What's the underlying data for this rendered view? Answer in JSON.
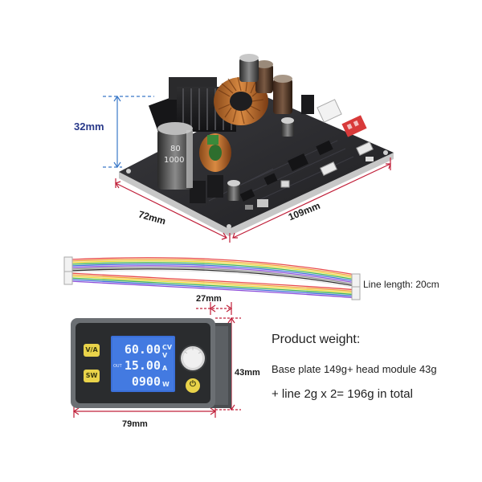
{
  "dimensions": {
    "height_board": "32mm",
    "depth_board": "72mm",
    "width_board": "109mm",
    "module_depth": "27mm",
    "module_height": "43mm",
    "module_width": "79mm"
  },
  "cable": {
    "line_length": "Line length: 20cm"
  },
  "product_info": {
    "title": "Product weight:",
    "detail": "Base plate 149g+ head module 43g",
    "total": "+ line 2g x 2= 196g in total"
  },
  "module": {
    "display": {
      "voltage": "60.00",
      "voltage_unit": "CV",
      "voltage_unit2": "V",
      "current": "15.00",
      "current_unit": "A",
      "power": "0900",
      "power_unit": "W",
      "side_indicator": "OUT"
    },
    "buttons": {
      "top_left": "V/A",
      "bottom_left": "SW",
      "right": "⏻"
    }
  },
  "capacitor_markings": {
    "text1": "80",
    "text2": "1000"
  },
  "colors": {
    "board": "#2b2b2e",
    "module_frame": "#6b6f73",
    "lcd": "#3a6fd8",
    "button_yellow": "#e9d34a",
    "dimension_line": "#c0203a",
    "height_line": "#3a78c8"
  }
}
